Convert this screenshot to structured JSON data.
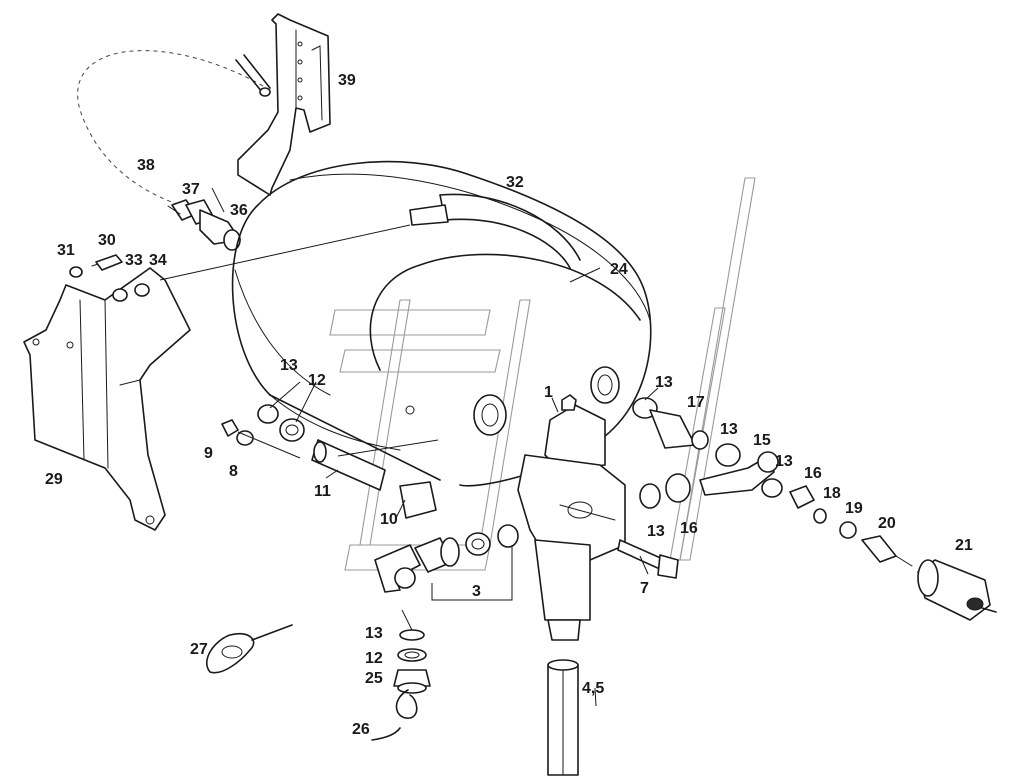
{
  "diagram": {
    "callouts": {
      "c1": "1",
      "c3": "3",
      "c45": "4,5",
      "c7": "7",
      "c8": "8",
      "c9": "9",
      "c10": "10",
      "c11": "11",
      "c12a": "12",
      "c12b": "12",
      "c13a": "13",
      "c13b": "13",
      "c13c": "13",
      "c13d": "13",
      "c13e": "13",
      "c13f": "13",
      "c15": "15",
      "c16a": "16",
      "c16b": "16",
      "c17": "17",
      "c18": "18",
      "c19": "19",
      "c20": "20",
      "c21": "21",
      "c24": "24",
      "c25": "25",
      "c26": "26",
      "c27": "27",
      "c29": "29",
      "c30": "30",
      "c31": "31",
      "c32": "32",
      "c33": "33",
      "c34": "34",
      "c36": "36",
      "c37": "37",
      "c38": "38",
      "c39": "39"
    }
  }
}
